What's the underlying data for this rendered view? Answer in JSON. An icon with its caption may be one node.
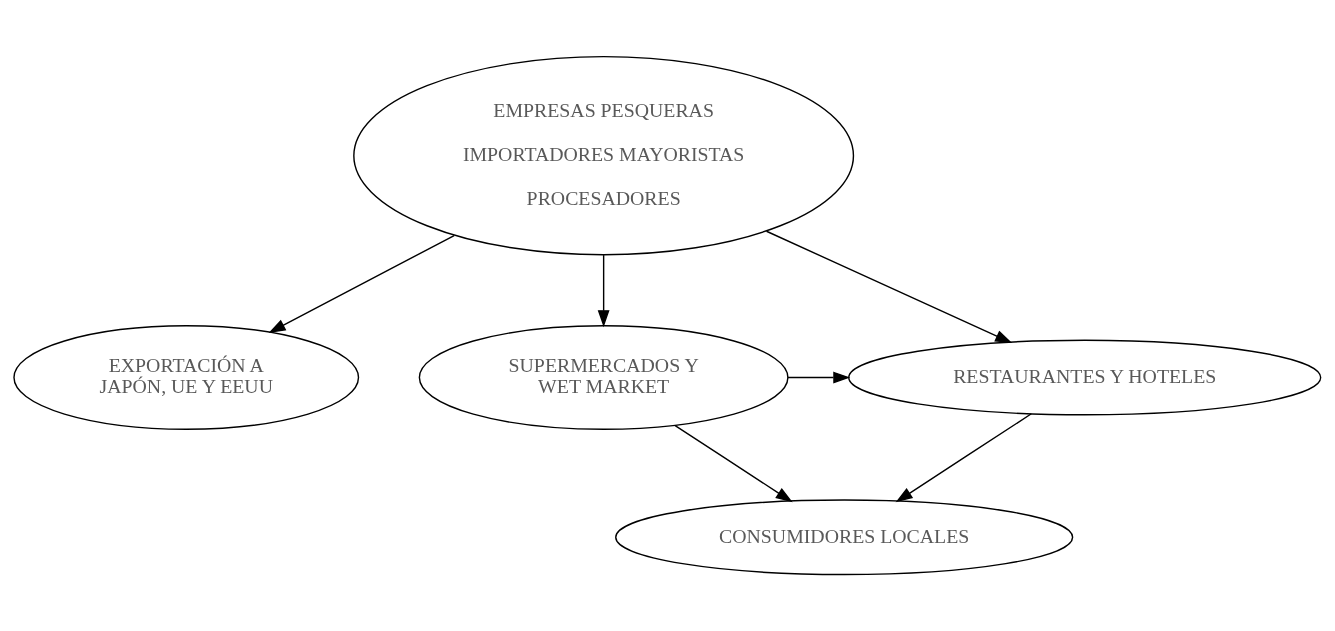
{
  "diagram": {
    "nodes": [
      {
        "text": [
          "EMPRESAS PESQUERAS",
          "IMPORTADORES MAYORISTAS",
          "PROCESADORES"
        ]
      },
      {
        "text": [
          "EXPORTACIÓN A JAPÓN, UE Y EEUU"
        ]
      },
      {
        "text": [
          "RESTAURANTES Y HOTELES"
        ]
      },
      {
        "text": [
          "SUPERMERCADOS Y WET MARKET"
        ]
      },
      {
        "text": [
          "CONSUMIDORES LOCALES"
        ]
      }
    ],
    "edges": [
      {
        "from": 0,
        "to": 1,
        "arrow": "to"
      },
      {
        "from": 0,
        "to": 2,
        "arrow": "to"
      },
      {
        "from": 0,
        "to": 3,
        "arrow": "to"
      },
      {
        "from": 3,
        "to": 2,
        "arrow": "to"
      },
      {
        "from": 2,
        "to": 4,
        "arrow": "to"
      },
      {
        "from": 3,
        "to": 4,
        "arrow": "to"
      }
    ]
  }
}
